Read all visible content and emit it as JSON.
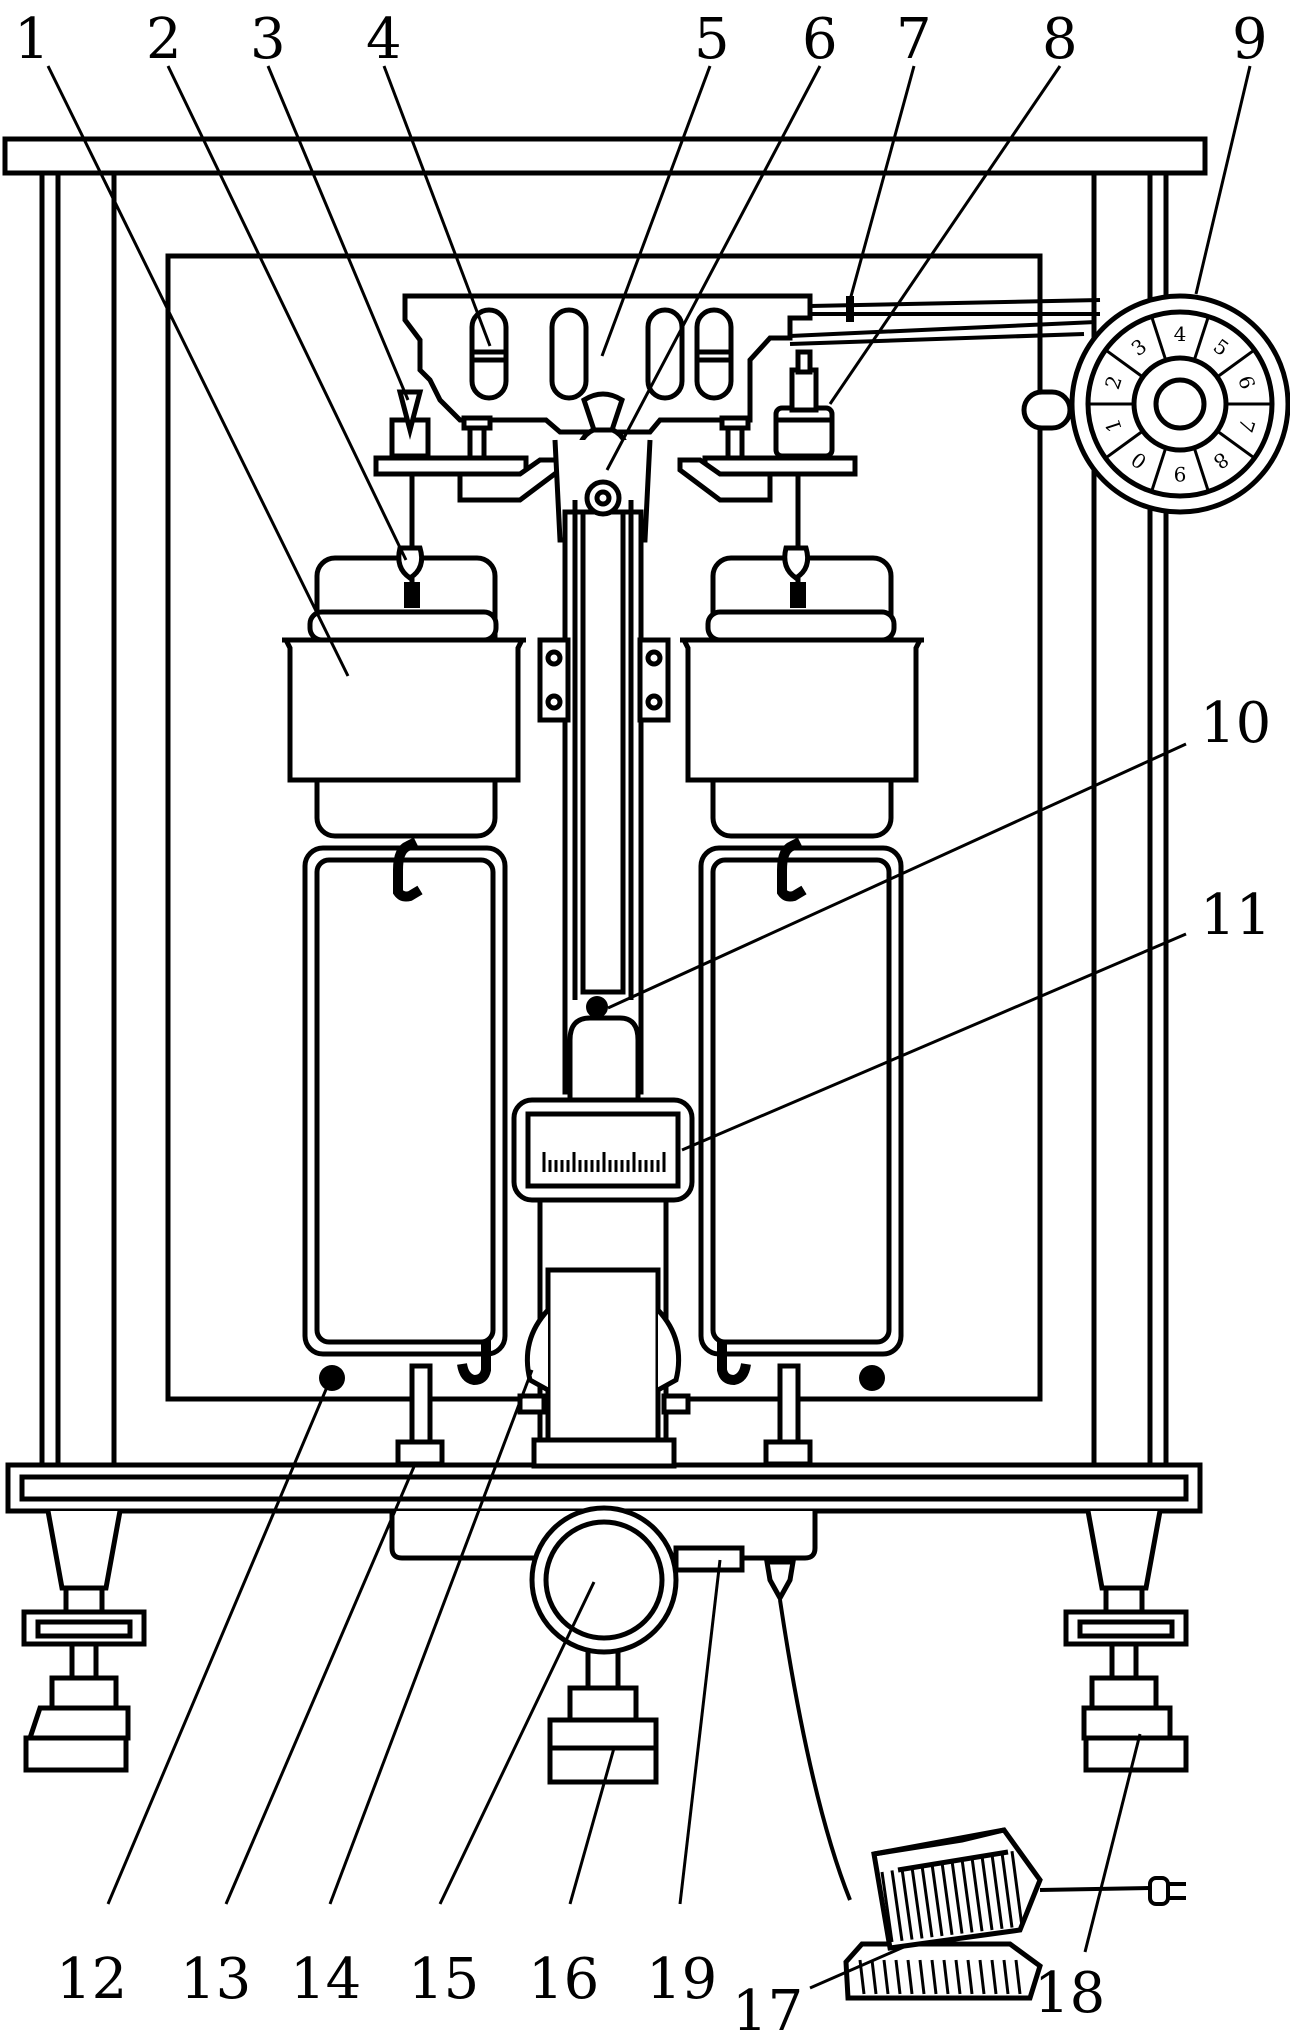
{
  "callouts": [
    {
      "id": "1",
      "text": "1"
    },
    {
      "id": "2",
      "text": "2"
    },
    {
      "id": "3",
      "text": "3"
    },
    {
      "id": "4",
      "text": "4"
    },
    {
      "id": "5",
      "text": "5"
    },
    {
      "id": "6",
      "text": "6"
    },
    {
      "id": "7",
      "text": "7"
    },
    {
      "id": "8",
      "text": "8"
    },
    {
      "id": "9",
      "text": "9"
    },
    {
      "id": "10",
      "text": "10"
    },
    {
      "id": "11",
      "text": "11"
    },
    {
      "id": "12",
      "text": "12"
    },
    {
      "id": "13",
      "text": "13"
    },
    {
      "id": "14",
      "text": "14"
    },
    {
      "id": "15",
      "text": "15"
    },
    {
      "id": "16",
      "text": "16"
    },
    {
      "id": "17",
      "text": "17"
    },
    {
      "id": "18",
      "text": "18"
    },
    {
      "id": "19",
      "text": "19"
    }
  ],
  "dial_digits": [
    "0",
    "1",
    "2",
    "3",
    "4",
    "5",
    "6",
    "7",
    "8",
    "9"
  ]
}
